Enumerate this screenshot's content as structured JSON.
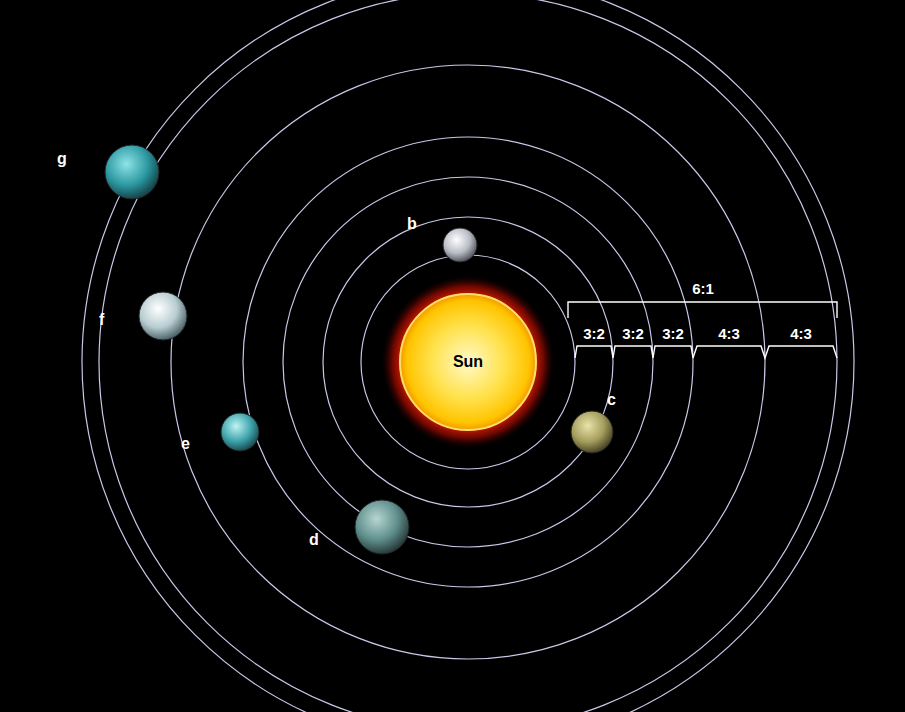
{
  "diagram": {
    "nodes": [
      {
        "text": [
          "Sun"
        ]
      },
      {
        "text": [
          "b"
        ]
      },
      {
        "text": [
          "c"
        ]
      },
      {
        "text": [
          "d"
        ]
      },
      {
        "text": [
          "e"
        ]
      },
      {
        "text": [
          "f"
        ]
      },
      {
        "text": [
          "g"
        ]
      }
    ],
    "labels": [
      "6:1",
      "3:2",
      "3:2",
      "3:2",
      "4:3",
      "4:3"
    ]
  }
}
